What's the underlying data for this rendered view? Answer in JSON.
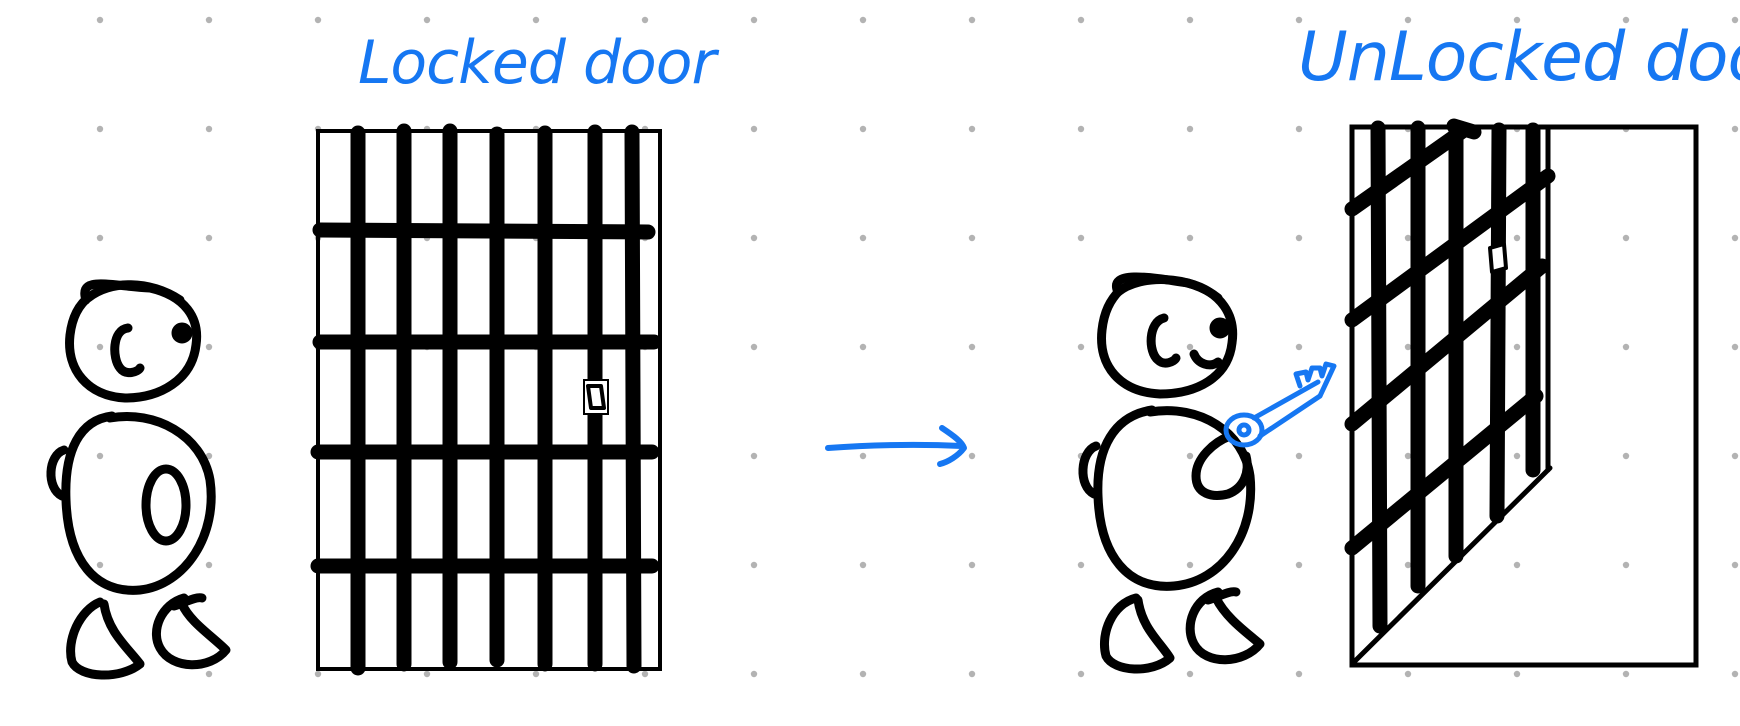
{
  "labels": {
    "locked": "Locked door",
    "unlocked": "UnLocked door"
  },
  "colors": {
    "ink": "#000000",
    "accent": "#1677f2",
    "grid_dot": "#b3b3b3",
    "background": "#ffffff"
  },
  "icons": {
    "person_left": "stick-figure",
    "locked_gate": "jail-bars",
    "transition": "arrow-right",
    "person_right": "stick-figure-with-key",
    "key": "key",
    "unlocked_gate": "open-jail-door"
  }
}
